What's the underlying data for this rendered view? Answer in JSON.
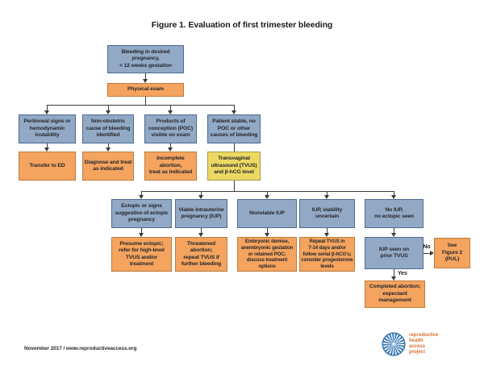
{
  "title": "Figure 1. Evaluation of first trimester bleeding",
  "nodes": {
    "bleeding": "Bleeding in desired\npregnancy,\n< 12 weeks gestation",
    "physical_exam": "Physical exam",
    "peritoneal": "Peritoneal signs or\nhemodynamic\ninstability",
    "non_obstetric": "Non-obstetric\ncause of bleeding\nidentified",
    "poc_visible": "Products of\nconception (POC)\nvisible on exam",
    "patient_stable": "Patient stable, no\nPOC or other\ncauses of bleeding",
    "transfer_ed": "Transfer to ED",
    "diagnose_treat": "Diagnose and treat\nas indicated",
    "incomplete_abortion": "Incomplete abortion,\ntreat as indicated",
    "tvus_bhcg": "Transvaginal\nultrasound (TVUS)\nand β-hCG level",
    "ectopic_signs": "Ectopic or signs\nsuggestive of ectopic\npregnancy",
    "viable_iup": "Viable intrauterine\npregnancy (IUP)",
    "nonviable_iup": "Nonviable IUP",
    "iup_uncertain": "IUP, viability\nuncertain",
    "no_iup": "No IUP,\nno ectopic seen",
    "presume_ectopic": "Presume ectopic;\nrefer for high-level\nTVUS and/or\ntreatment",
    "threatened_abortion": "Threatened abortion;\nrepeat TVUS if\nfurther bleeding",
    "embryonic_demise": "Embryonic demise,\nanembryonic gestation\nor retained POC;\ndiscuss treatment options",
    "repeat_tvus": "Repeat TVUS in\n7-14 days and/or\nfollow serial β-hCG's;\nconsider progesterone\nlevels",
    "iup_seen_prior": "IUP seen on\nprior TVUS",
    "see_figure2": "See\nFigure 2\n(PUL)",
    "completed_abortion": "Completed abortion;\nexpectant\nmanagement"
  },
  "edge_labels": {
    "no": "No",
    "yes": "Yes"
  },
  "footer": "November 2017 / www.reproductiveaccess.org",
  "logo": {
    "lines": [
      "reproductive",
      "health",
      "access",
      "project"
    ]
  },
  "colors": {
    "blue_fill": "#92a9c6",
    "blue_border": "#4a6b8f",
    "orange_fill": "#f4a45f",
    "orange_border": "#bd7b3c",
    "yellow_fill": "#ecd964",
    "yellow_border": "#a89a40",
    "line": "#3a3a3a",
    "text": "#26262a",
    "title_text": "#1a1a1a",
    "logo_blue": "#3878b0",
    "logo_orange": "#d96f2e"
  }
}
